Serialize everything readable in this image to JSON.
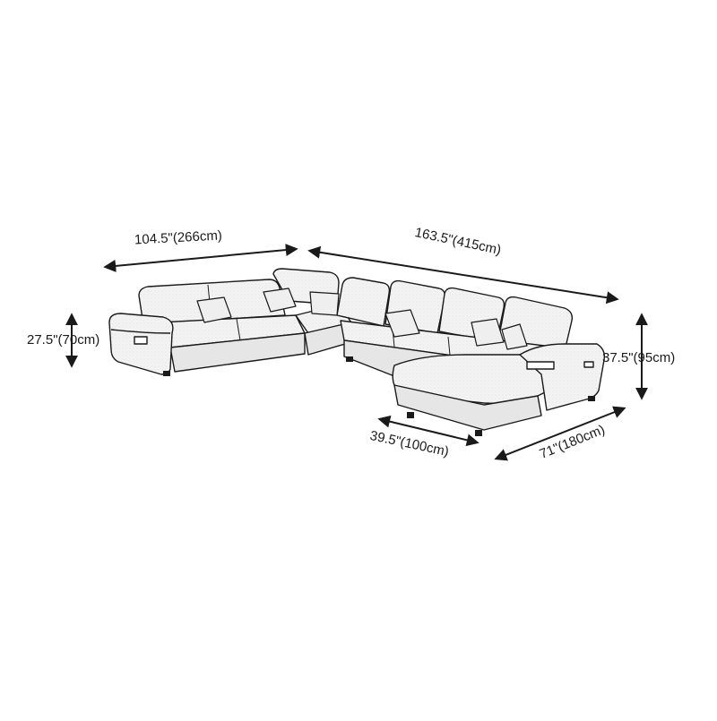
{
  "dimensions": {
    "left_width": "104.5\"(266cm)",
    "right_width": "163.5\"(415cm)",
    "left_height": "27.5\"(70cm)",
    "right_height": "37.5\"(95cm)",
    "chaise_depth": "39.5\"(100cm)",
    "chaise_length": "71\"(180cm)"
  },
  "colors": {
    "ink": "#1a1a1a",
    "fabric": "#f4f4f4",
    "shade": "#d9d9d9",
    "background": "#ffffff"
  }
}
